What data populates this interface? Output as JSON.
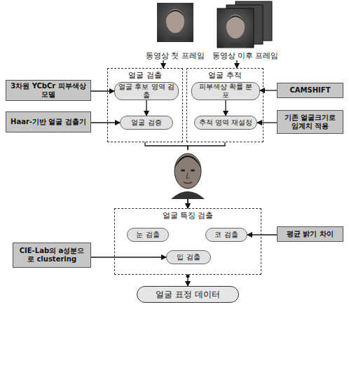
{
  "diagram": {
    "nodes": [
      {
        "text": [
          "동영상 첫 프레임"
        ]
      },
      {
        "text": [
          "동영상 이후 프레임"
        ]
      },
      {
        "text": [
          "얼굴 검출"
        ]
      },
      {
        "text": [
          "얼굴 후보 영역 검출"
        ],
        "in": 2
      },
      {
        "text": [
          "얼굴 검증"
        ],
        "in": 2
      },
      {
        "text": [
          "얼굴 추적"
        ]
      },
      {
        "text": [
          "피부색상 확률 분포"
        ],
        "in": 5
      },
      {
        "text": [
          "추적 영역 재설정"
        ],
        "in": 5
      },
      {
        "text": [
          "3차원 YCbCr 피부색상 모델"
        ]
      },
      {
        "text": [
          "Haar-기반 얼굴 검출기"
        ]
      },
      {
        "text": [
          "CAMSHIFT"
        ]
      },
      {
        "text": [
          "기존 얼굴크기로 임계치 적용"
        ]
      },
      {
        "text": [
          "얼굴 특징 검출"
        ]
      },
      {
        "text": [
          "눈 검출"
        ],
        "in": 12
      },
      {
        "text": [
          "코 검출"
        ],
        "in": 12
      },
      {
        "text": [
          "입 검출"
        ],
        "in": 12
      },
      {
        "text": [
          "평균 밝기 차이"
        ]
      },
      {
        "text": [
          "CIE-Lab의 a성분으로 clustering"
        ]
      },
      {
        "text": [
          "얼굴 표정 데이터"
        ]
      }
    ],
    "edges": [
      {
        "from": 0,
        "to": 2,
        "arrow": "to"
      },
      {
        "from": 1,
        "to": 5,
        "arrow": "to"
      },
      {
        "from": 3,
        "to": 4,
        "arrow": "to"
      },
      {
        "from": 6,
        "to": 7,
        "arrow": "to"
      },
      {
        "from": 8,
        "to": 3,
        "arrow": "to"
      },
      {
        "from": 9,
        "to": 4,
        "arrow": "to"
      },
      {
        "from": 10,
        "to": 6,
        "arrow": "to"
      },
      {
        "from": 11,
        "to": 7,
        "arrow": "to"
      },
      {
        "from": 2,
        "to": 12,
        "arrow": "to"
      },
      {
        "from": 5,
        "to": 12,
        "arrow": "to"
      },
      {
        "from": 16,
        "to": 14,
        "arrow": "to"
      },
      {
        "from": 17,
        "to": 15,
        "arrow": "to"
      },
      {
        "from": 12,
        "to": 18,
        "arrow": "to"
      }
    ]
  }
}
